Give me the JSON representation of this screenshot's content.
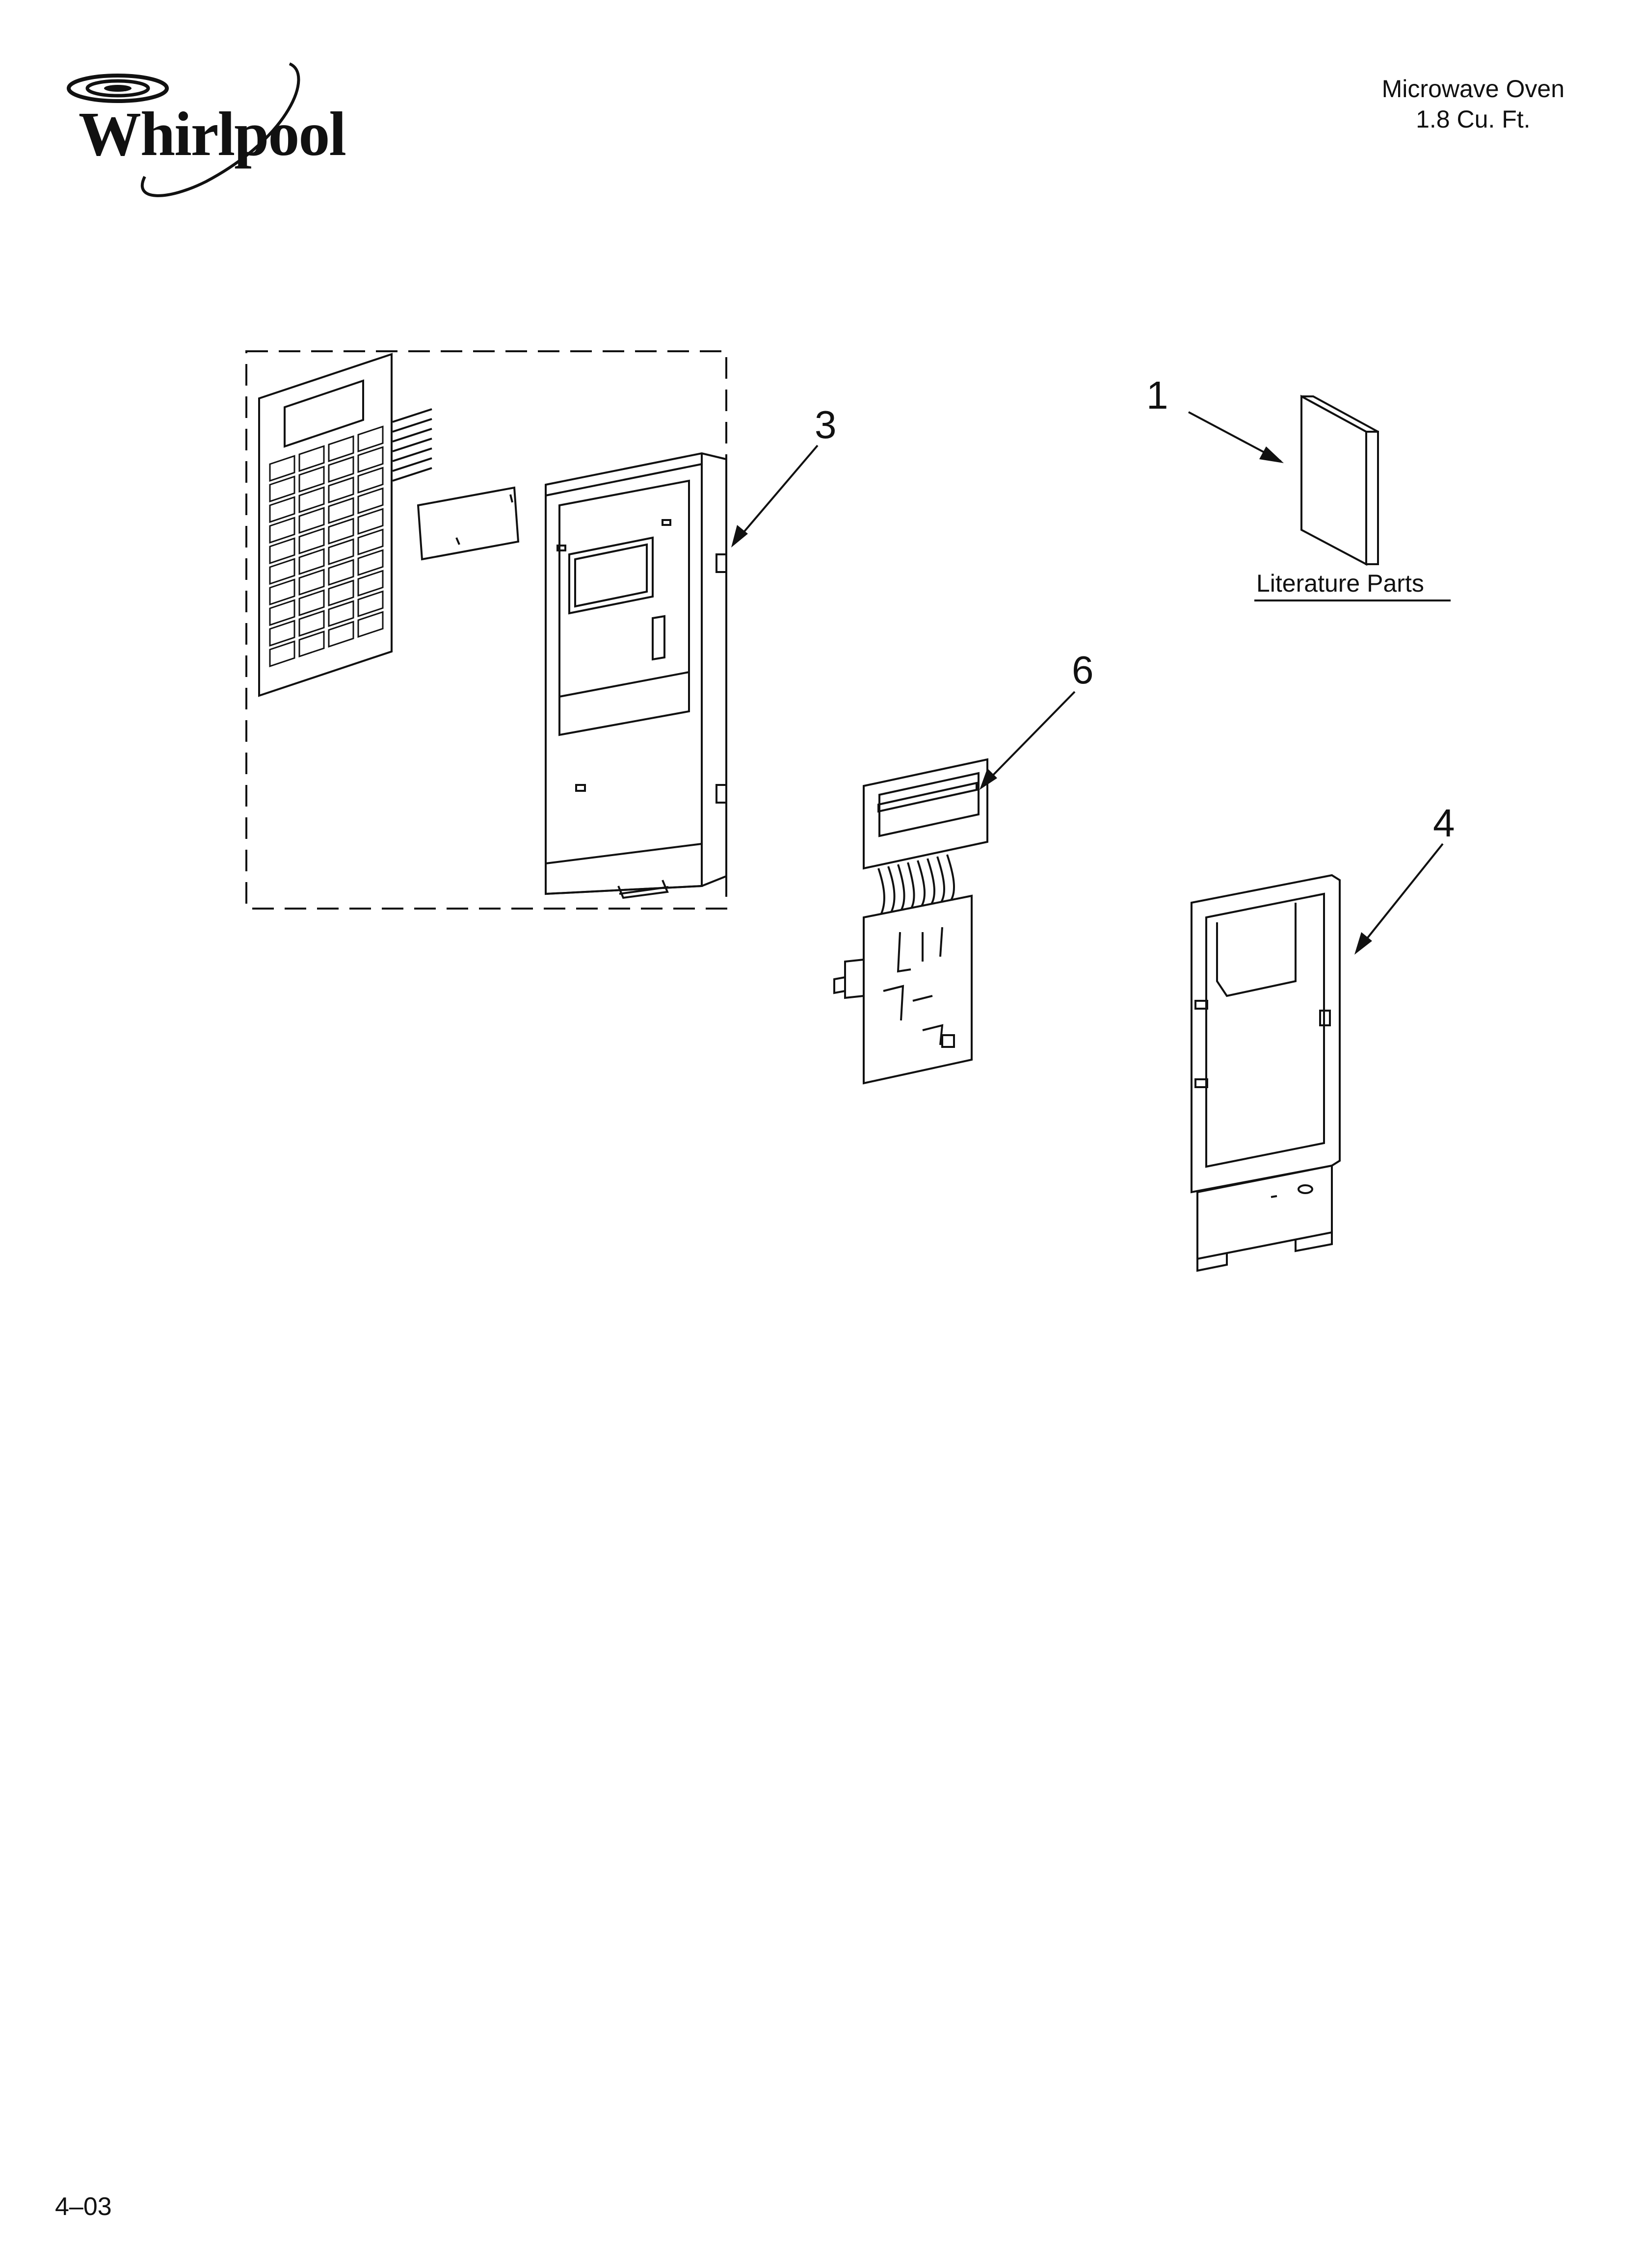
{
  "brand": {
    "name": "Whirlpool"
  },
  "header": {
    "product": "Microwave Oven",
    "capacity": "1.8 Cu. Ft."
  },
  "callouts": {
    "c1": "1",
    "c3": "3",
    "c4": "4",
    "c6": "6"
  },
  "literature": {
    "label": "Literature Parts"
  },
  "footer": {
    "code": "4–03"
  }
}
